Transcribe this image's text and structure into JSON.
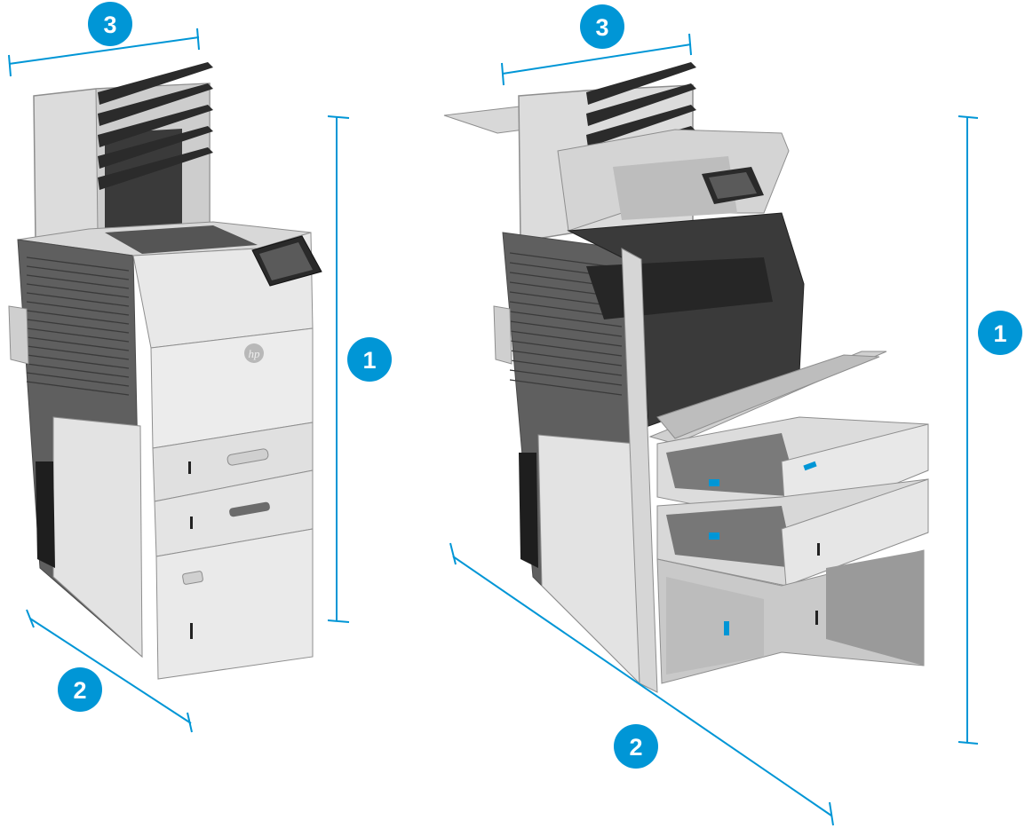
{
  "colors": {
    "accent": "#0096d6",
    "badge_text": "#ffffff",
    "body_light": "#e6e6e6",
    "body_mid": "#cfcfcf",
    "body_dark": "#6f6f6f",
    "panel_black": "#1e1e1e",
    "screen": "#555555"
  },
  "callouts": {
    "height": "1",
    "depth": "2",
    "width": "3"
  },
  "icons": {
    "brand_logo": "hp-logo"
  }
}
